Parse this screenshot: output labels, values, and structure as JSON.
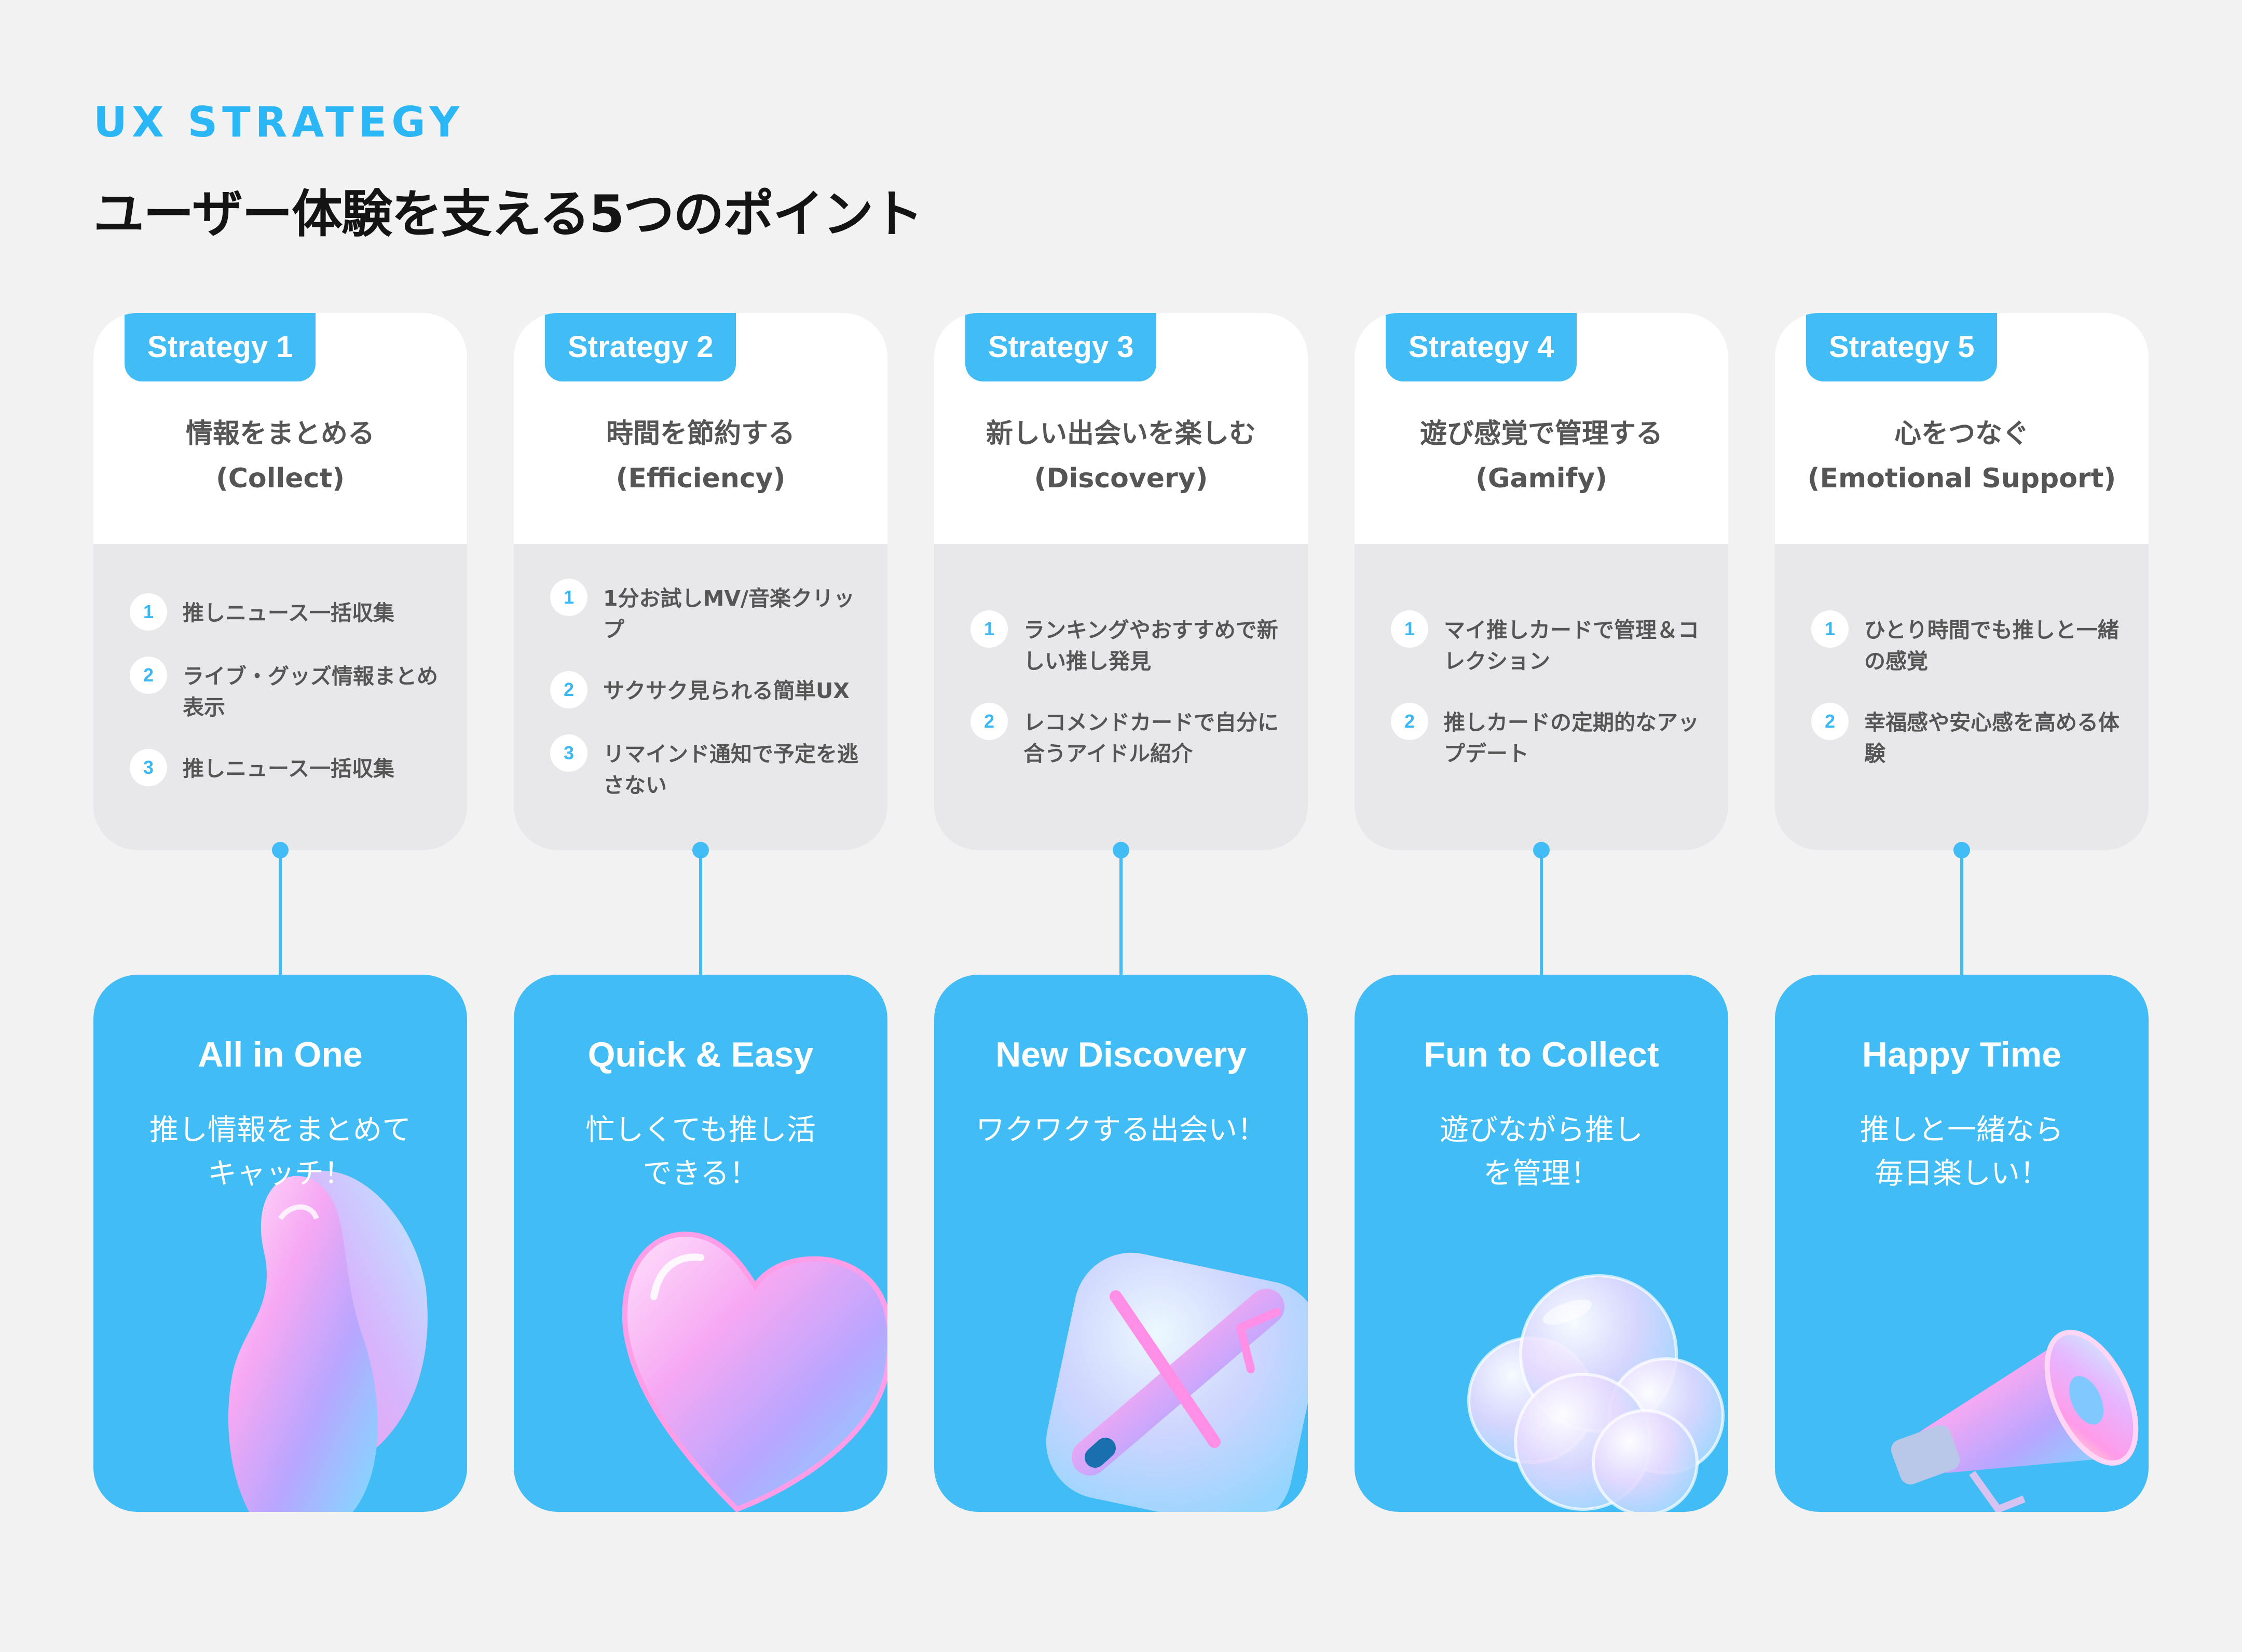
{
  "header": {
    "eyebrow": "UX STRATEGY",
    "title": "ユーザー体験を支える5つのポイント"
  },
  "colors": {
    "accent": "#42bcf5",
    "eyebrow": "#2bb6f5",
    "page_bg": "#f2f2f2",
    "card_head_bg": "#ffffff",
    "card_body_bg": "#e8e7ea",
    "text_dark": "#141414",
    "text_gray": "#555555"
  },
  "strategies": [
    {
      "tab": "Strategy 1",
      "title_ja": "情報をまとめる",
      "title_en": "(Collect)",
      "items": [
        {
          "num": "1",
          "text": "推しニュース一括収集"
        },
        {
          "num": "2",
          "text": "ライブ・グッズ情報まとめ表示"
        },
        {
          "num": "3",
          "text": "推しニュース一括収集"
        }
      ],
      "result_title": "All in One",
      "result_sub": [
        "推し情報をまとめて",
        "キャッチ！"
      ],
      "illustration": "iridescent-blob-icon"
    },
    {
      "tab": "Strategy 2",
      "title_ja": "時間を節約する",
      "title_en": "(Efficiency)",
      "items": [
        {
          "num": "1",
          "text": "1分お試しMV/音楽クリップ"
        },
        {
          "num": "2",
          "text": "サクサク見られる簡単UX"
        },
        {
          "num": "3",
          "text": "リマインド通知で予定を逃さない"
        }
      ],
      "result_title": "Quick & Easy",
      "result_sub": [
        "忙しくても推し活",
        "できる！"
      ],
      "illustration": "glass-heart-icon"
    },
    {
      "tab": "Strategy 3",
      "title_ja": "新しい出会いを楽しむ",
      "title_en": "(Discovery)",
      "items": [
        {
          "num": "1",
          "text": "ランキングやおすすめで新しい推し発見"
        },
        {
          "num": "2",
          "text": "レコメンドカードで自分に合うアイドル紹介"
        }
      ],
      "result_title": "New Discovery",
      "result_sub": [
        "ワクワクする出会い！"
      ],
      "illustration": "airplane-icon"
    },
    {
      "tab": "Strategy 4",
      "title_ja": "遊び感覚で管理する",
      "title_en": "(Gamify)",
      "items": [
        {
          "num": "1",
          "text": "マイ推しカードで管理＆コレクション"
        },
        {
          "num": "2",
          "text": "推しカードの定期的なアップデート"
        }
      ],
      "result_title": "Fun to Collect",
      "result_sub": [
        "遊びながら推し",
        "を管理！"
      ],
      "illustration": "cloud-icon"
    },
    {
      "tab": "Strategy 5",
      "title_ja": "心をつなぐ",
      "title_en": "(Emotional Support)",
      "items": [
        {
          "num": "1",
          "text": "ひとり時間でも推しと一緒の感覚"
        },
        {
          "num": "2",
          "text": "幸福感や安心感を高める体験"
        }
      ],
      "result_title": "Happy Time",
      "result_sub": [
        "推しと一緒なら",
        "毎日楽しい！"
      ],
      "illustration": "megaphone-icon"
    }
  ]
}
